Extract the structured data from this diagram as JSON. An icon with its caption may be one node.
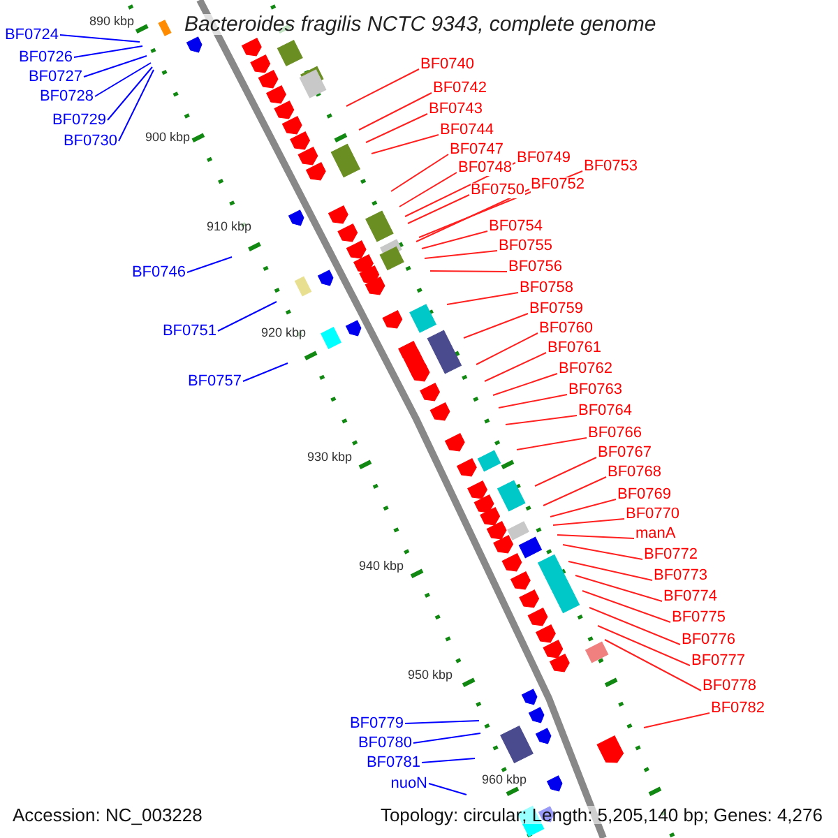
{
  "diagram": {
    "title": "Bacteroides fragilis NCTC 9343, complete genome",
    "nodes": [
      {
        "text": [
          "BF0724"
        ]
      },
      {
        "text": [
          "BF0726"
        ]
      },
      {
        "text": [
          "BF0727"
        ]
      },
      {
        "text": [
          "BF0728"
        ]
      },
      {
        "text": [
          "BF0729"
        ]
      },
      {
        "text": [
          "BF0730"
        ]
      },
      {
        "text": [
          "BF0746"
        ]
      },
      {
        "text": [
          "BF0751"
        ]
      },
      {
        "text": [
          "BF0757"
        ]
      },
      {
        "text": [
          "BF0779"
        ]
      },
      {
        "text": [
          "BF0780"
        ]
      },
      {
        "text": [
          "BF0781"
        ]
      },
      {
        "text": [
          "nuoN"
        ]
      },
      {
        "text": [
          "BF0740"
        ]
      },
      {
        "text": [
          "BF0742"
        ]
      },
      {
        "text": [
          "BF0743"
        ]
      },
      {
        "text": [
          "BF0744"
        ]
      },
      {
        "text": [
          "BF0747"
        ]
      },
      {
        "text": [
          "BF0748"
        ]
      },
      {
        "text": [
          "BF0749"
        ]
      },
      {
        "text": [
          "BF0750"
        ]
      },
      {
        "text": [
          "BF0752"
        ]
      },
      {
        "text": [
          "BF0753"
        ]
      },
      {
        "text": [
          "BF0754"
        ]
      },
      {
        "text": [
          "BF0755"
        ]
      },
      {
        "text": [
          "BF0756"
        ]
      },
      {
        "text": [
          "BF0758"
        ]
      },
      {
        "text": [
          "BF0759"
        ]
      },
      {
        "text": [
          "BF0760"
        ]
      },
      {
        "text": [
          "BF0761"
        ]
      },
      {
        "text": [
          "BF0762"
        ]
      },
      {
        "text": [
          "BF0763"
        ]
      },
      {
        "text": [
          "BF0764"
        ]
      },
      {
        "text": [
          "BF0766"
        ]
      },
      {
        "text": [
          "BF0767"
        ]
      },
      {
        "text": [
          "BF0768"
        ]
      },
      {
        "text": [
          "BF0769"
        ]
      },
      {
        "text": [
          "BF0770"
        ]
      },
      {
        "text": [
          "manA"
        ]
      },
      {
        "text": [
          "BF0772"
        ]
      },
      {
        "text": [
          "BF0773"
        ]
      },
      {
        "text": [
          "BF0774"
        ]
      },
      {
        "text": [
          "BF0775"
        ]
      },
      {
        "text": [
          "BF0776"
        ]
      },
      {
        "text": [
          "BF0777"
        ]
      },
      {
        "text": [
          "BF0778"
        ]
      },
      {
        "text": [
          "BF0782"
        ]
      }
    ],
    "edges": [
      {
        "from": 0,
        "to": null,
        "arrow": "none",
        "color": "#0000ff"
      },
      {
        "from": 1,
        "to": null,
        "arrow": "none",
        "color": "#0000ff"
      },
      {
        "from": 2,
        "to": null,
        "arrow": "none",
        "color": "#0000ff"
      },
      {
        "from": 3,
        "to": null,
        "arrow": "none",
        "color": "#0000ff"
      },
      {
        "from": 4,
        "to": null,
        "arrow": "none",
        "color": "#0000ff"
      },
      {
        "from": 5,
        "to": null,
        "arrow": "none",
        "color": "#0000ff"
      },
      {
        "from": 6,
        "to": null,
        "arrow": "none",
        "color": "#0000ff"
      },
      {
        "from": 7,
        "to": null,
        "arrow": "none",
        "color": "#0000ff"
      },
      {
        "from": 8,
        "to": null,
        "arrow": "none",
        "color": "#0000ff"
      },
      {
        "from": 9,
        "to": null,
        "arrow": "none",
        "color": "#0000ff"
      },
      {
        "from": 10,
        "to": null,
        "arrow": "none",
        "color": "#0000ff"
      },
      {
        "from": 11,
        "to": null,
        "arrow": "none",
        "color": "#0000ff"
      },
      {
        "from": 12,
        "to": null,
        "arrow": "none",
        "color": "#0000ff"
      },
      {
        "from": 13,
        "to": null,
        "arrow": "none"
      },
      {
        "from": 14,
        "to": null,
        "arrow": "none"
      },
      {
        "from": 15,
        "to": null,
        "arrow": "none"
      },
      {
        "from": 16,
        "to": null,
        "arrow": "none"
      },
      {
        "from": 17,
        "to": null,
        "arrow": "none"
      },
      {
        "from": 18,
        "to": null,
        "arrow": "none"
      },
      {
        "from": 19,
        "to": null,
        "arrow": "none"
      },
      {
        "from": 20,
        "to": null,
        "arrow": "none"
      },
      {
        "from": 21,
        "to": null,
        "arrow": "none"
      },
      {
        "from": 22,
        "to": null,
        "arrow": "none"
      },
      {
        "from": 23,
        "to": null,
        "arrow": "none"
      },
      {
        "from": 24,
        "to": null,
        "arrow": "none"
      },
      {
        "from": 25,
        "to": null,
        "arrow": "none"
      },
      {
        "from": 26,
        "to": null,
        "arrow": "none"
      },
      {
        "from": 27,
        "to": null,
        "arrow": "none"
      },
      {
        "from": 28,
        "to": null,
        "arrow": "none"
      },
      {
        "from": 29,
        "to": null,
        "arrow": "none"
      },
      {
        "from": 30,
        "to": null,
        "arrow": "none"
      },
      {
        "from": 31,
        "to": null,
        "arrow": "none"
      },
      {
        "from": 32,
        "to": null,
        "arrow": "none"
      },
      {
        "from": 33,
        "to": null,
        "arrow": "none"
      },
      {
        "from": 34,
        "to": null,
        "arrow": "none"
      },
      {
        "from": 35,
        "to": null,
        "arrow": "none"
      },
      {
        "from": 36,
        "to": null,
        "arrow": "none"
      },
      {
        "from": 37,
        "to": null,
        "arrow": "none"
      },
      {
        "from": 38,
        "to": null,
        "arrow": "none"
      },
      {
        "from": 39,
        "to": null,
        "arrow": "none"
      },
      {
        "from": 40,
        "to": null,
        "arrow": "none"
      },
      {
        "from": 41,
        "to": null,
        "arrow": "none"
      },
      {
        "from": 42,
        "to": null,
        "arrow": "none"
      },
      {
        "from": 43,
        "to": null,
        "arrow": "none"
      },
      {
        "from": 44,
        "to": null,
        "arrow": "none"
      },
      {
        "from": 45,
        "to": null,
        "arrow": "none"
      },
      {
        "from": 46,
        "to": null,
        "arrow": "none"
      }
    ],
    "labels": [
      "890 kbp",
      "900 kbp",
      "910 kbp",
      "920 kbp",
      "930 kbp",
      "940 kbp",
      "950 kbp",
      "960 kbp",
      "Accession: NC_003228",
      "Topology: circular; Length: 5,205,140 bp; Genes: 4,276"
    ]
  }
}
